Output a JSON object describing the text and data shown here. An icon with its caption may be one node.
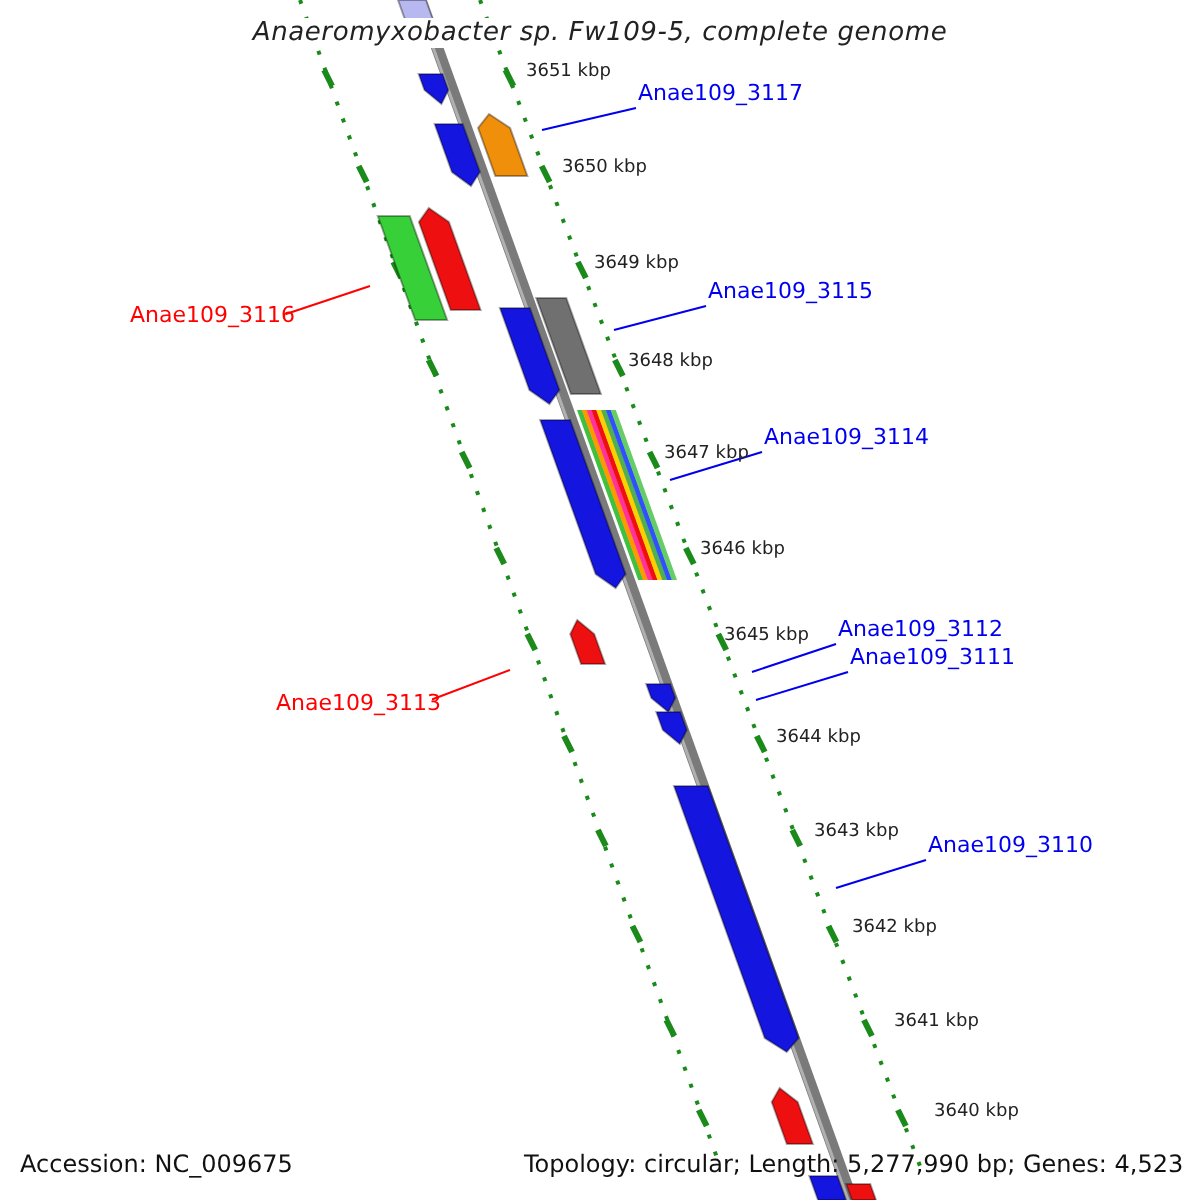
{
  "diagram": {
    "title": "Anaeromyxobacter sp. Fw109-5, complete genome",
    "nodes": [
      {
        "text": [
          "Anae109_3117"
        ]
      },
      {
        "text": [
          "Anae109_3116"
        ]
      },
      {
        "text": [
          "Anae109_3115"
        ]
      },
      {
        "text": [
          "Anae109_3114"
        ]
      },
      {
        "text": [
          "Anae109_3112"
        ]
      },
      {
        "text": [
          "Anae109_3111"
        ]
      },
      {
        "text": [
          "Anae109_3113"
        ]
      },
      {
        "text": [
          "Anae109_3110"
        ]
      }
    ],
    "edges": [
      {
        "from": 0,
        "to": null,
        "arrow": "none"
      },
      {
        "from": 1,
        "to": null,
        "arrow": "none",
        "color": "#ff0000"
      },
      {
        "from": 2,
        "to": null,
        "arrow": "none"
      },
      {
        "from": 3,
        "to": null,
        "arrow": "none"
      },
      {
        "from": 4,
        "to": null,
        "arrow": "none"
      },
      {
        "from": 5,
        "to": null,
        "arrow": "none"
      },
      {
        "from": 6,
        "to": null,
        "arrow": "none",
        "color": "#ff0000"
      },
      {
        "from": 7,
        "to": null,
        "arrow": "none"
      }
    ],
    "labels": [
      "3651 kbp",
      "3650 kbp",
      "3649 kbp",
      "3648 kbp",
      "3647 kbp",
      "3646 kbp",
      "3645 kbp",
      "3644 kbp",
      "3643 kbp",
      "3642 kbp",
      "3641 kbp",
      "3640 kbp",
      "Accession: NC_009675",
      "Topology: circular; Length: 5,277,990 bp; Genes: 4,523"
    ]
  }
}
